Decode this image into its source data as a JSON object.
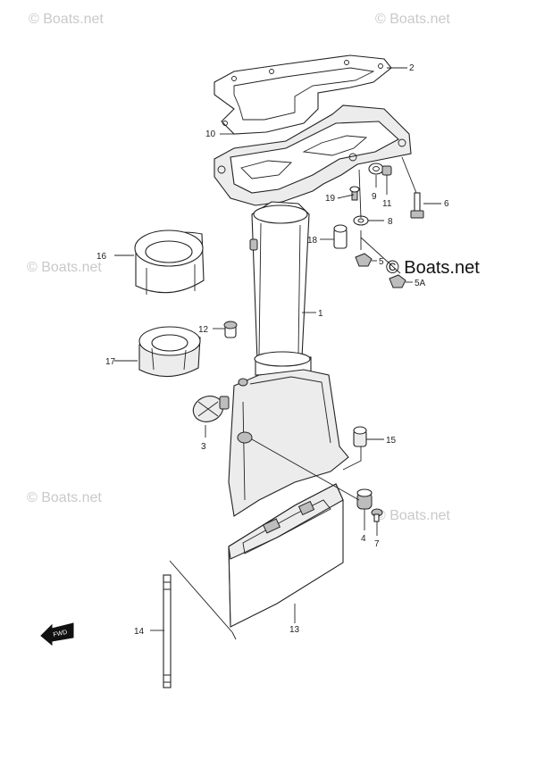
{
  "watermark": {
    "text": "© Boats.net"
  },
  "brand": {
    "text": "© Boats.net"
  },
  "fwd_label": "FWD",
  "callouts": {
    "c1": "1",
    "c2": "2",
    "c3": "3",
    "c4": "4",
    "c5": "5",
    "c5a": "5A",
    "c6": "6",
    "c7": "7",
    "c8": "8",
    "c9": "9",
    "c10": "10",
    "c11": "11",
    "c12": "12",
    "c13": "13",
    "c14": "14",
    "c15": "15",
    "c16": "16",
    "c17": "17",
    "c18": "18",
    "c19": "19"
  }
}
